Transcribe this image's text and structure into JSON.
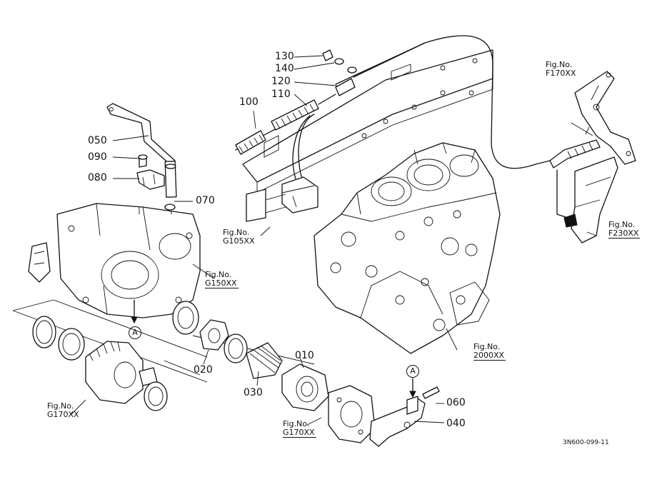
{
  "part_numbers": {
    "p130": "130",
    "p140": "140",
    "p120": "120",
    "p110": "110",
    "p100": "100",
    "p050": "050",
    "p090": "090",
    "p080": "080",
    "p070": "070",
    "p020": "020",
    "p030": "030",
    "p010": "010",
    "p060": "060",
    "p040": "040"
  },
  "figure_refs": {
    "f170": {
      "prefix": "Fig.No.",
      "ref": "F170XX"
    },
    "f230": {
      "prefix": "Fig.No.",
      "ref": "F230XX"
    },
    "g105": {
      "prefix": "Fig.No.",
      "ref": "G105XX"
    },
    "g150": {
      "prefix": "Fig.No.",
      "ref": "G150XX"
    },
    "g170_left": {
      "prefix": "Fig.No.",
      "ref": "G170XX"
    },
    "g170_bottom": {
      "prefix": "Fig.No.",
      "ref": "G170XX"
    },
    "f2000": {
      "prefix": "Fig.No.",
      "ref": "2000XX"
    }
  },
  "markers": {
    "a_upper": "A",
    "a_lower": "A"
  },
  "drawing_code": "3N600-099-11"
}
